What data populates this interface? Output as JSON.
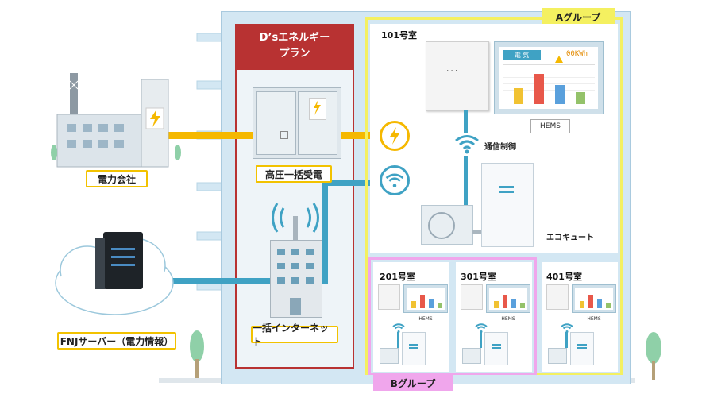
{
  "plan": {
    "title_line1": "D’sエネルギー",
    "title_line2": "プラン"
  },
  "labels": {
    "power_company": "電力会社",
    "high_voltage": "高圧一括受電",
    "bulk_internet": "一括インターネット",
    "fnj_server": "FNJサーバー（電力情報）",
    "hems": "HEMS",
    "comm_control": "通信制御",
    "ecocute": "エコキュート",
    "meter_text": "電 気",
    "meter_value": "00KWh",
    "small_hems": "HEMS"
  },
  "groups": {
    "a": "Aグループ",
    "b": "Bグループ"
  },
  "rooms": {
    "r101": "101号室",
    "r201": "201号室",
    "r301": "301号室",
    "r401": "401号室"
  },
  "colors": {
    "building": "#d3e7f3",
    "plan_red": "#b83232",
    "power_line": "#f5b800",
    "net_line": "#3fa2c4",
    "group_a": "#f4f060",
    "group_b": "#f0a6ec",
    "label_border": "#f2c200"
  },
  "meter_chart": {
    "bar_colors": [
      "#f1c232",
      "#e8584a",
      "#5aa0dc",
      "#94c26a"
    ],
    "bar_levels": [
      0.45,
      0.85,
      0.55,
      0.35
    ]
  }
}
